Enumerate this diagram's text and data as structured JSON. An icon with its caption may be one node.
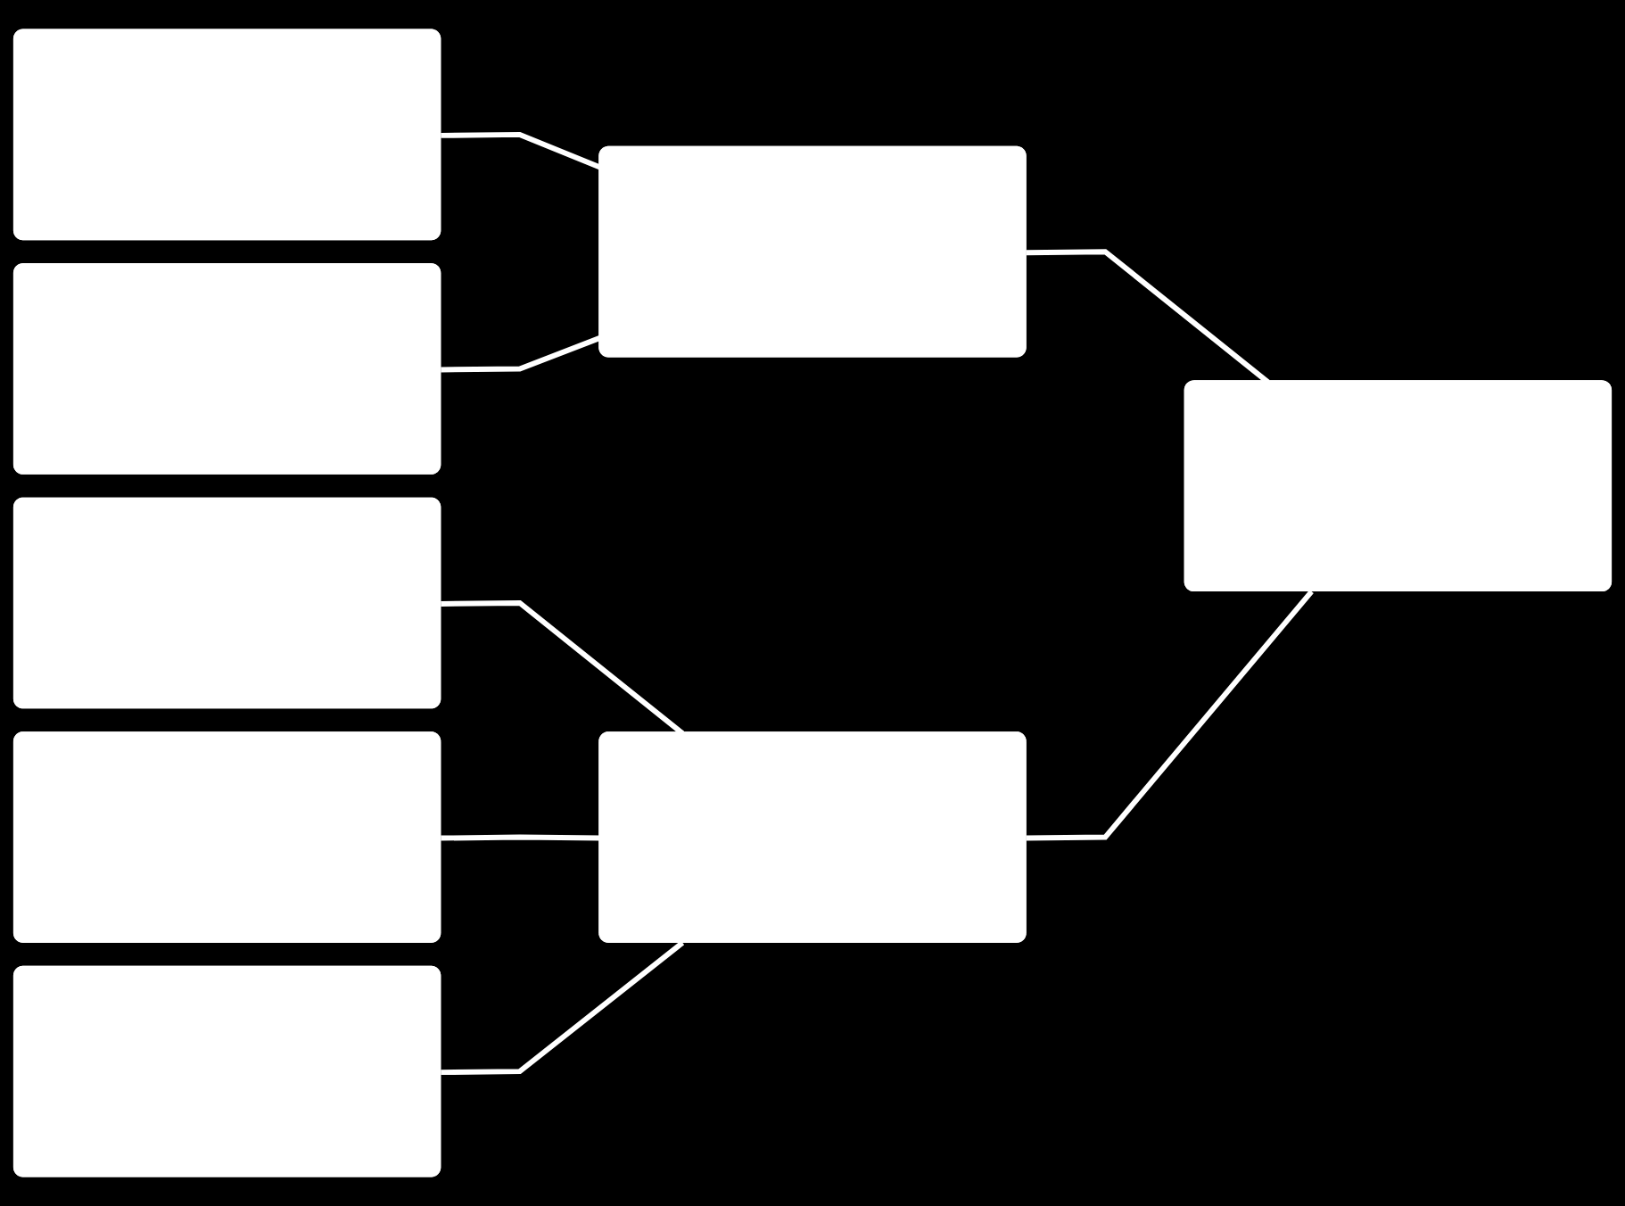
{
  "diagram": {
    "nodes": [
      {
        "text": [],
        "shape": "box"
      },
      {
        "text": [],
        "shape": "box"
      },
      {
        "text": [],
        "shape": "box"
      },
      {
        "text": [],
        "shape": "box"
      },
      {
        "text": [],
        "shape": "box"
      },
      {
        "text": [],
        "shape": "box"
      },
      {
        "text": [],
        "shape": "box"
      },
      {
        "text": [],
        "shape": "box"
      }
    ],
    "edges": [
      {
        "from": 0,
        "to": 5,
        "arrow": "none"
      },
      {
        "from": 1,
        "to": 5,
        "arrow": "none"
      },
      {
        "from": 2,
        "to": 6,
        "arrow": "none"
      },
      {
        "from": 3,
        "to": 6,
        "arrow": "none"
      },
      {
        "from": 4,
        "to": 6,
        "arrow": "none"
      },
      {
        "from": 5,
        "to": 7,
        "arrow": "none"
      },
      {
        "from": 6,
        "to": 7,
        "arrow": "none"
      }
    ]
  }
}
